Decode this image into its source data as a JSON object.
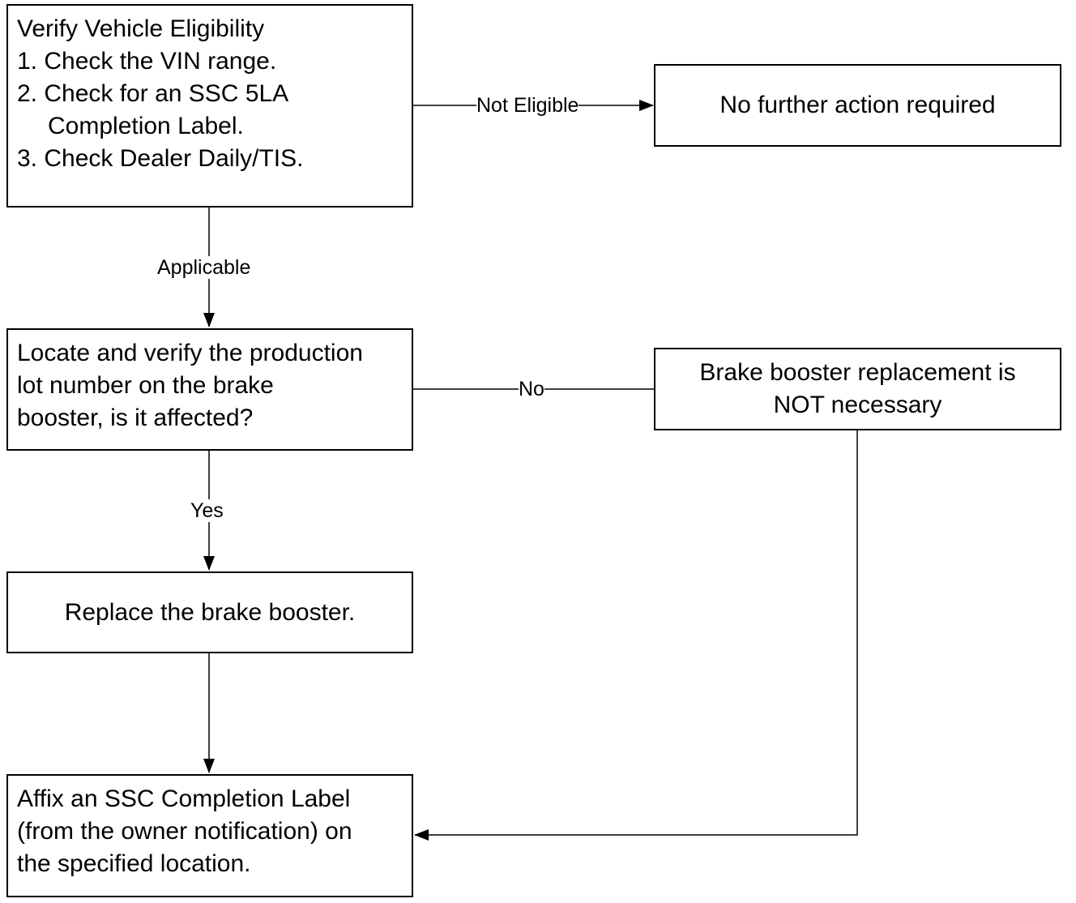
{
  "nodes": {
    "verify": {
      "lines": [
        "Verify Vehicle Eligibility",
        "1. Check the VIN range.",
        "2. Check for an SSC 5LA",
        "Completion Label.",
        "3. Check Dealer Daily/TIS."
      ]
    },
    "no_action": {
      "lines": [
        "No further action required"
      ]
    },
    "locate": {
      "lines": [
        "Locate and verify the production",
        "lot number on the brake",
        "booster, is it affected?"
      ]
    },
    "not_necessary": {
      "lines": [
        "Brake booster replacement is",
        "NOT necessary"
      ]
    },
    "replace": {
      "lines": [
        "Replace the brake booster."
      ]
    },
    "affix": {
      "lines": [
        "Affix an SSC Completion Label",
        "(from the owner notification) on",
        "the specified location."
      ]
    }
  },
  "edges": {
    "not_eligible": "Not Eligible",
    "applicable": "Applicable",
    "no": "No",
    "yes": "Yes"
  }
}
